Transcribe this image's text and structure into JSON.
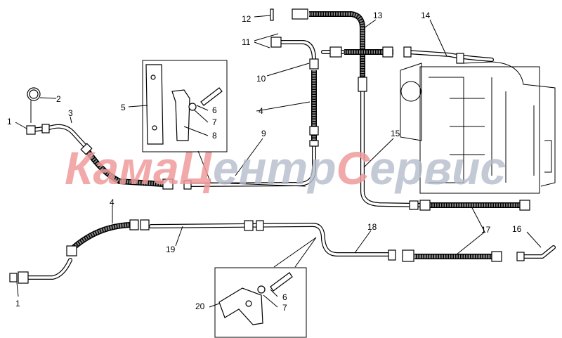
{
  "diagram": {
    "watermark": {
      "part1": "Кама",
      "part2": "Ц",
      "part3": "ентр",
      "part4": "С",
      "part5": "ервис",
      "color_red": "#ef9a9a",
      "color_gray": "#b4bccb"
    },
    "callouts": {
      "c1a": "1",
      "c2": "2",
      "c3": "3",
      "c4a": "4",
      "c5": "5",
      "c6a": "6",
      "c7a": "7",
      "c8": "8",
      "c9": "9",
      "c10": "10",
      "c11": "11",
      "c12": "12",
      "c13": "13",
      "c14": "14",
      "c15": "15",
      "c4b": "4",
      "c16": "16",
      "c17": "17",
      "c18": "18",
      "c19": "19",
      "c1b": "1",
      "c6b": "6",
      "c7b": "7",
      "c20": "20"
    }
  }
}
